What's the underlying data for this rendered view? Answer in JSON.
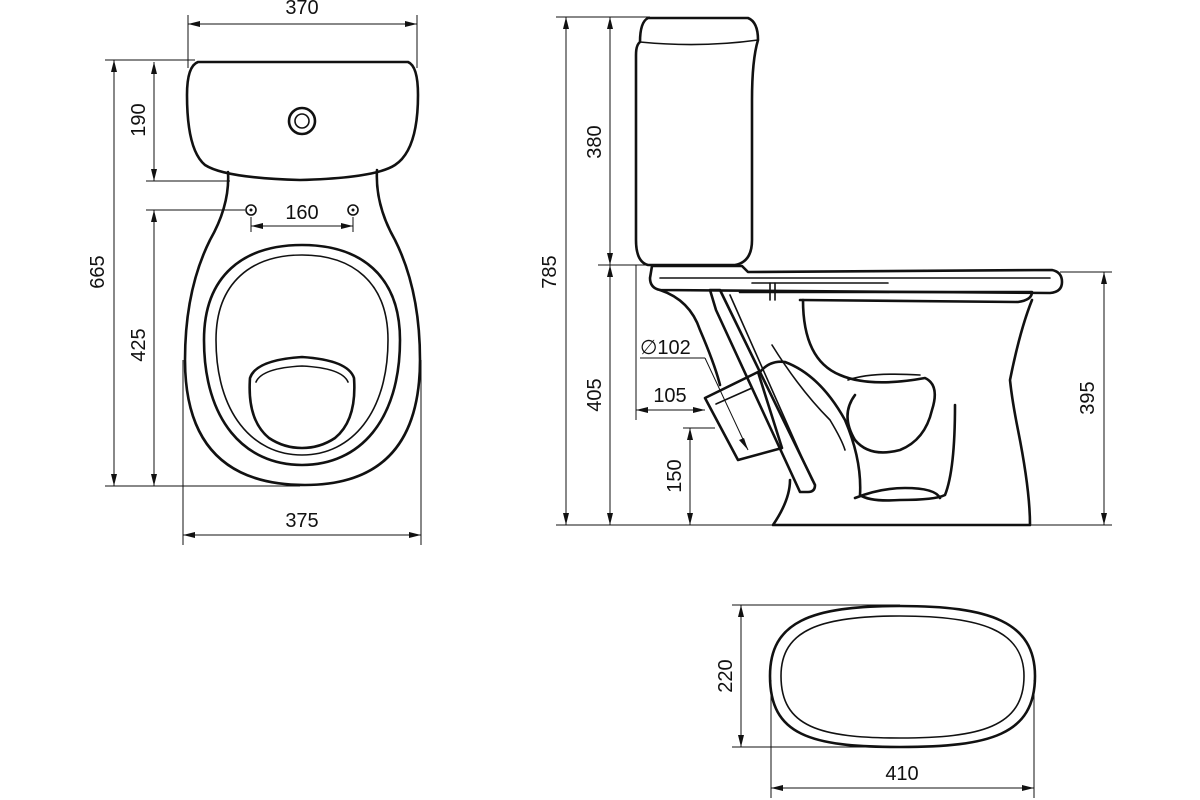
{
  "colors": {
    "line": "#111111",
    "background": "#ffffff"
  },
  "top_view": {
    "width_tank": "370",
    "tank_depth": "190",
    "total_length": "665",
    "bowl_length": "425",
    "bolt_spacing": "160",
    "width_bowl": "375"
  },
  "side_view": {
    "total_height": "785",
    "tank_height": "380",
    "seat_height": "405",
    "rim_height": "395",
    "outlet_diameter": "∅102",
    "outlet_offset": "105",
    "outlet_height": "150"
  },
  "base_view": {
    "base_depth": "220",
    "base_width": "410"
  }
}
